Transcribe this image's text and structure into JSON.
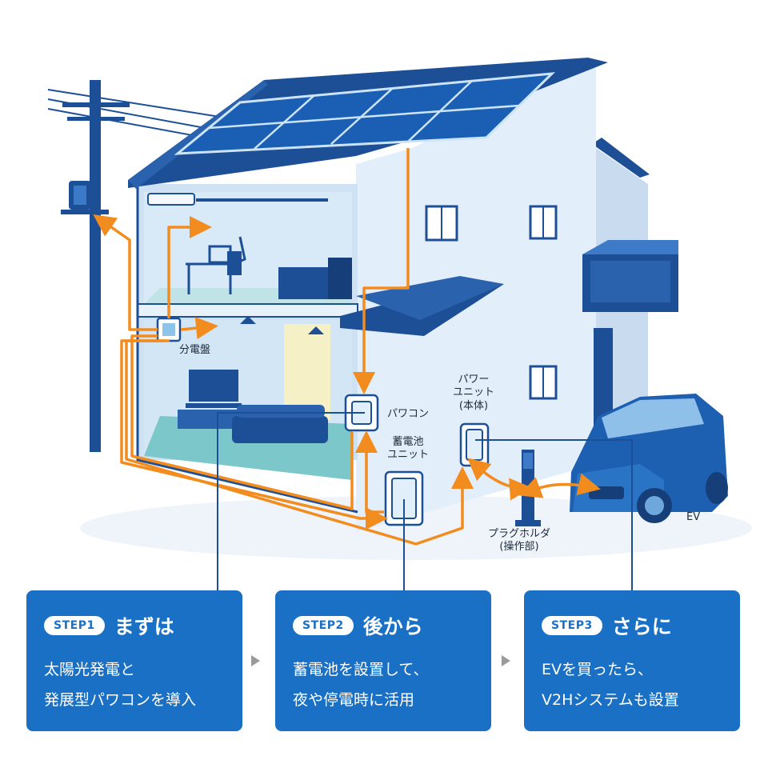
{
  "labels": {
    "breaker_panel": "分電盤",
    "power_conditioner": "パワコン",
    "storage_line1": "蓄電池",
    "storage_line2": "ユニット",
    "power_unit_line1": "パワー",
    "power_unit_line2": "ユニット",
    "power_unit_line3": "(本体)",
    "plug_holder_line1": "プラグホルダ",
    "plug_holder_line2": "(操作部)",
    "ev": "EV"
  },
  "steps": [
    {
      "badge": "STEP1",
      "title": "まずは",
      "line1": "太陽光発電と",
      "line2": "発展型パワコンを導入"
    },
    {
      "badge": "STEP2",
      "title": "後から",
      "line1": "蓄電池を設置して、",
      "line2": "夜や停電時に活用"
    },
    {
      "badge": "STEP3",
      "title": "さらに",
      "line1": "EVを買ったら、",
      "line2": "V2Hシステムも設置"
    }
  ],
  "colors": {
    "accent_blue": "#1a70c4",
    "roof_blue": "#1d4f97",
    "wall_light": "#d7e7f5",
    "power_orange": "#f28c1e",
    "step_separator": "#9a9a9a"
  },
  "icons": [
    "utility-pole-icon",
    "solar-panel-icon",
    "breaker-panel-icon",
    "power-conditioner-icon",
    "battery-unit-icon",
    "v2h-unit-icon",
    "plug-holder-icon",
    "ev-car-icon"
  ]
}
